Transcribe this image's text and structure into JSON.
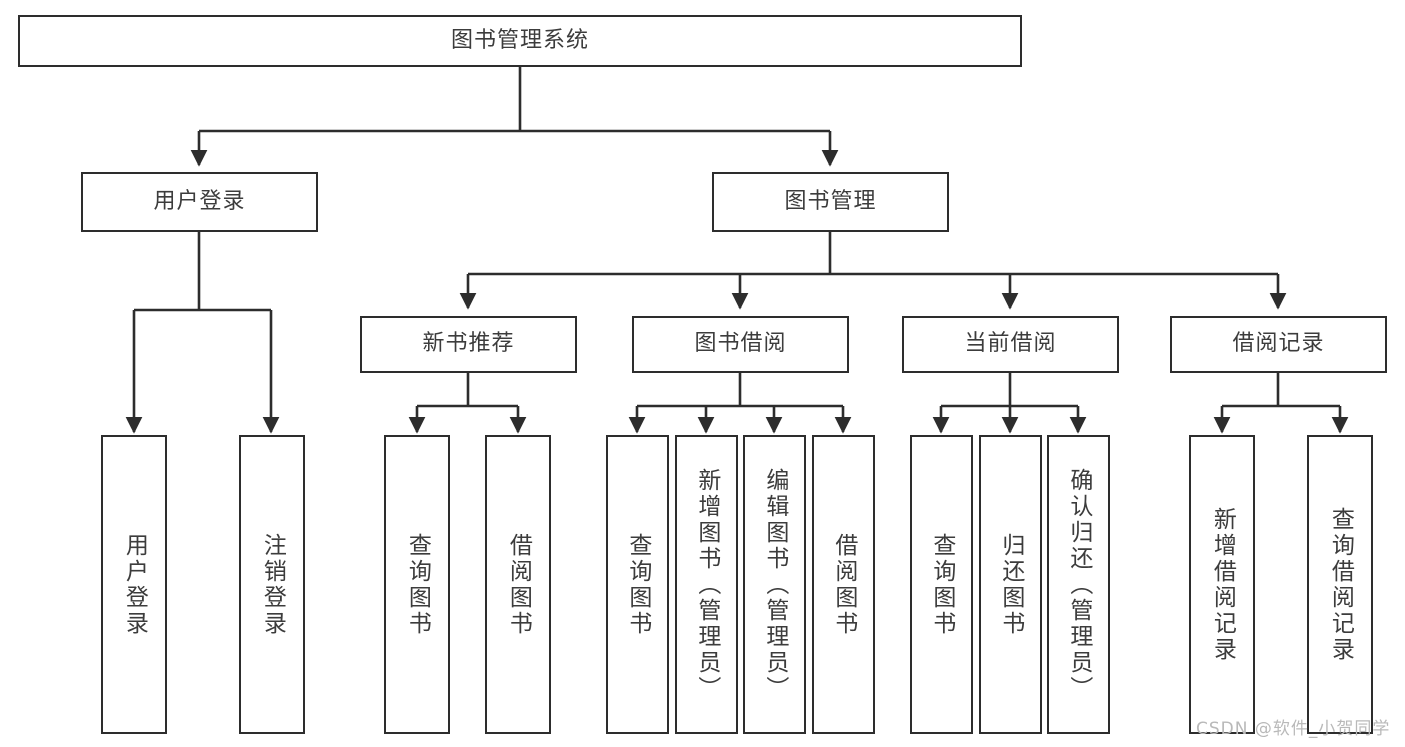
{
  "diagram": {
    "title": "图书管理系统",
    "type": "tree",
    "root": {
      "label": "图书管理系统"
    },
    "level2": [
      {
        "label": "用户登录"
      },
      {
        "label": "图书管理"
      }
    ],
    "level3": [
      {
        "label": "新书推荐"
      },
      {
        "label": "图书借阅"
      },
      {
        "label": "当前借阅"
      },
      {
        "label": "借阅记录"
      }
    ],
    "leaves": {
      "user_login": [
        {
          "label": "用户登录"
        },
        {
          "label": "注销登录"
        }
      ],
      "new_book_recommend": [
        {
          "label": "查询图书"
        },
        {
          "label": "借阅图书"
        }
      ],
      "book_borrow": [
        {
          "label": "查询图书"
        },
        {
          "label": "新增图书（管理员）"
        },
        {
          "label": "编辑图书（管理员）"
        },
        {
          "label": "借阅图书"
        }
      ],
      "current_borrow": [
        {
          "label": "查询图书"
        },
        {
          "label": "归还图书"
        },
        {
          "label": "确认归还（管理员）"
        }
      ],
      "borrow_record": [
        {
          "label": "新增借阅记录"
        },
        {
          "label": "查询借阅记录"
        }
      ]
    }
  },
  "watermark": {
    "text": "CSDN @软件_小贺同学"
  },
  "colors": {
    "border": "#2d2d2d",
    "text": "#3c3c3c",
    "background": "#ffffff",
    "watermark": "#b9b9b9"
  }
}
